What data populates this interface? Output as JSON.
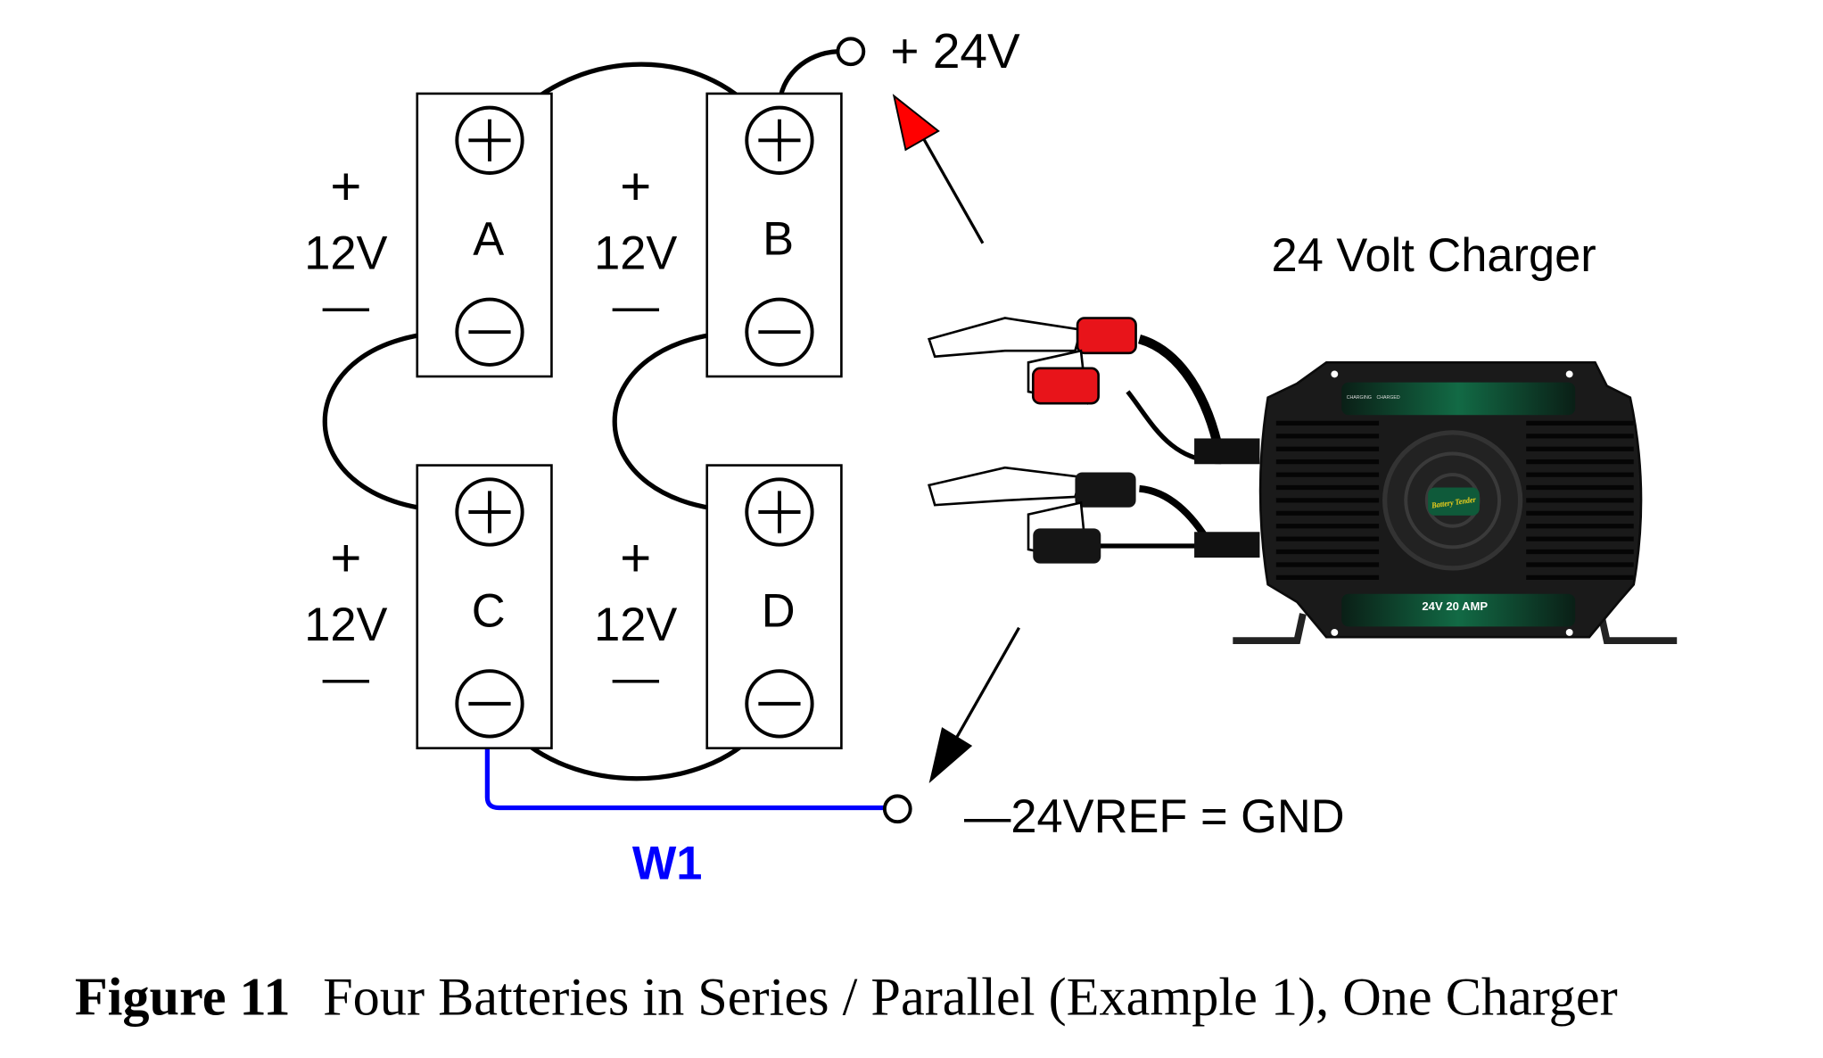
{
  "batteries": [
    {
      "letter": "A",
      "plus": "+",
      "voltage": "12V",
      "minus": "—"
    },
    {
      "letter": "B",
      "plus": "+",
      "voltage": "12V",
      "minus": "—"
    },
    {
      "letter": "C",
      "plus": "+",
      "voltage": "12V",
      "minus": "—"
    },
    {
      "letter": "D",
      "plus": "+",
      "voltage": "12V",
      "minus": "—"
    }
  ],
  "labels": {
    "positive_terminal": "+ 24V",
    "negative_terminal": "—24VREF = GND",
    "wire": "W1",
    "charger_title": "24 Volt Charger"
  },
  "charger": {
    "indicator_charging": "CHARGING",
    "indicator_charged": "CHARGED",
    "rating": "24V 20 AMP",
    "brand": "Battery Tender"
  },
  "caption": {
    "number": "Figure 11",
    "text": "Four Batteries in Series / Parallel (Example 1), One Charger"
  },
  "colors": {
    "wire_w1": "#0000ff",
    "positive_arrow": "#ff0000",
    "negative_arrow": "#000000",
    "clamp_positive": "#e8141a",
    "clamp_negative": "#111111",
    "charger_accent": "#0f5a3a"
  }
}
